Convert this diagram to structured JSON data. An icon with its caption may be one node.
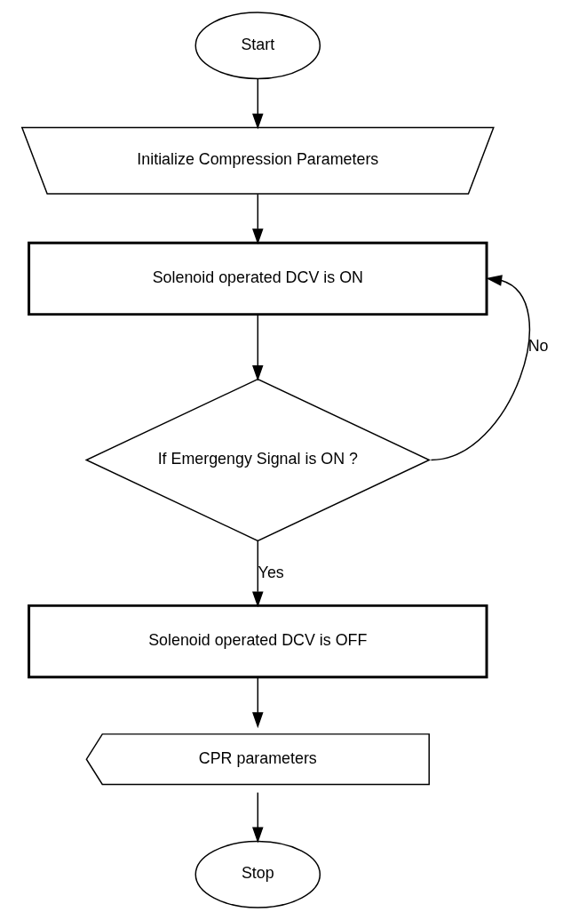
{
  "diagram": {
    "nodes": [
      {
        "text": [
          "Start"
        ]
      },
      {
        "text": [
          "Initialize Compression Parameters"
        ]
      },
      {
        "text": [
          "Solenoid operated DCV is ON"
        ]
      },
      {
        "text": [
          "If Emergengy Signal is ON ?"
        ]
      },
      {
        "text": [
          "Solenoid operated DCV is OFF"
        ]
      },
      {
        "text": [
          "CPR parameters"
        ]
      },
      {
        "text": [
          "Stop"
        ]
      }
    ],
    "edges": [
      {
        "from": 0,
        "to": 1,
        "arrow": "to"
      },
      {
        "from": 1,
        "to": 2,
        "arrow": "to"
      },
      {
        "from": 2,
        "to": 3,
        "arrow": "to"
      },
      {
        "from": 3,
        "to": 4,
        "arrow": "to",
        "label": "Yes"
      },
      {
        "from": 3,
        "to": 2,
        "arrow": "to",
        "label": "No"
      },
      {
        "from": 4,
        "to": 5,
        "arrow": "to"
      },
      {
        "from": 5,
        "to": 6,
        "arrow": "to"
      }
    ]
  }
}
